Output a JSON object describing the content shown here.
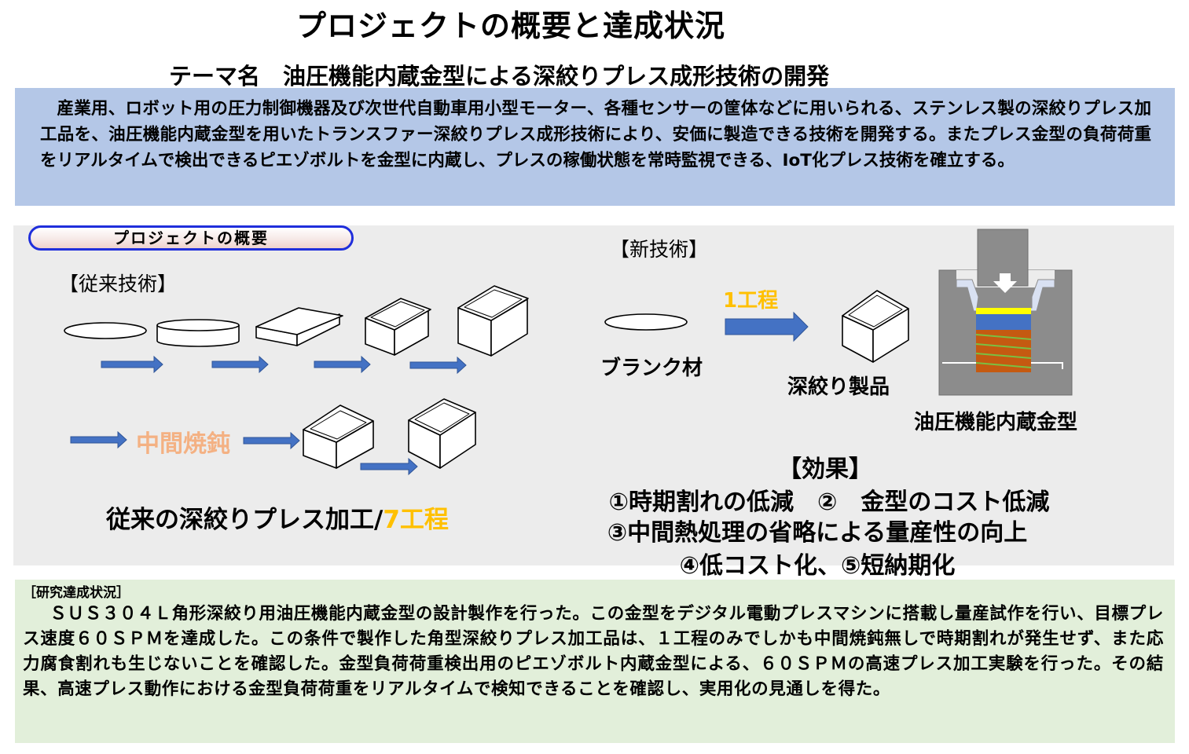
{
  "header": {
    "title": "プロジェクトの概要と達成状況",
    "theme": "テーマ名　油圧機能内蔵金型による深絞りプレス成形技術の開発"
  },
  "summary": {
    "text": "産業用、ロボット用の圧力制御機器及び次世代自動車用小型モーター、各種センサーの筐体などに用いられる、ステンレス製の深絞りプレス加工品を、油圧機能内蔵金型を用いたトランスファー深絞りプレス成形技術により、安価に製造できる技術を開発する。またプレス金型の負荷荷重をリアルタイムで検出できるピエゾボルトを金型に内蔵し、プレスの稼働状態を常時監視できる、IoT化プレス技術を確立する。"
  },
  "overview": {
    "pill_label": "プロジェクトの概要",
    "conventional": {
      "label": "【従来技術】",
      "annealing": "中間焼鈍",
      "caption_main": "従来の深絞りプレス加工/",
      "caption_steps": "7工程"
    },
    "new_tech": {
      "label": "【新技術】",
      "one_step": "1工程",
      "blank": "ブランク材",
      "product": "深絞り製品",
      "die": "油圧機能内蔵金型"
    },
    "effects": {
      "title": "【効果】",
      "line1": "①時期割れの低減　②　金型のコスト低減",
      "line2": "③中間熱処理の省略による量産性の向上",
      "line3": "④低コスト化、⑤短納期化"
    }
  },
  "status": {
    "heading": "［研究達成状況］",
    "text": "ＳＵＳ３０４Ｌ角形深絞り用油圧機能内蔵金型の設計製作を行った。この金型をデジタル電動プレスマシンに搭載し量産試作を行い、目標プレス速度６０ＳＰＭを達成した。この条件で製作した角型深絞りプレス加工品は、１工程のみでしかも中間焼鈍無しで時期割れが発生せず、また応力腐食割れも生じないことを確認した。金型負荷荷重検出用のピエゾボルト内蔵金型による、６０ＳＰＭの高速プレス加工実験を行った。その結果、高速プレス動作における金型負荷荷重をリアルタイムで検知できることを確認し、実用化の見通しを得た。"
  },
  "colors": {
    "summary_bg": "#b4c7e7",
    "panel_bg": "#ececec",
    "status_bg": "#e2efda",
    "arrow_blue": "#4472c4",
    "highlight_orange": "#ffc000",
    "annealing_salmon": "#f4b183",
    "pill_border": "#1f2edb"
  }
}
